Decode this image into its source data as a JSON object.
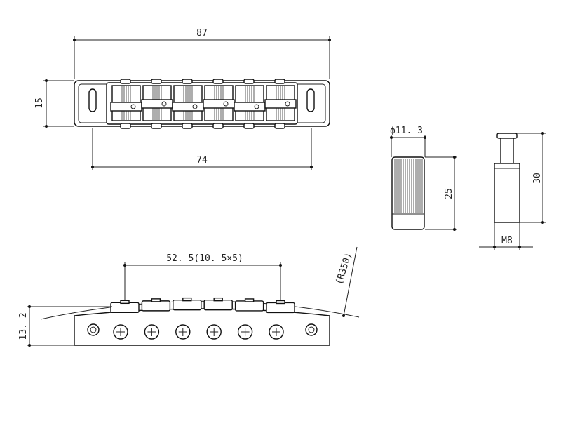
{
  "dimensions": {
    "top_width": "87",
    "top_height": "15",
    "top_inner_width": "74",
    "thumbwheel_diameter": "ϕ11. 3",
    "thumbwheel_height": "25",
    "post_height": "30",
    "post_thread": "M8",
    "saddle_spacing": "52. 5(10. 5×5)",
    "side_height": "13. 2",
    "radius": "(R350)"
  },
  "colors": {
    "line": "#111111",
    "background": "#ffffff"
  }
}
